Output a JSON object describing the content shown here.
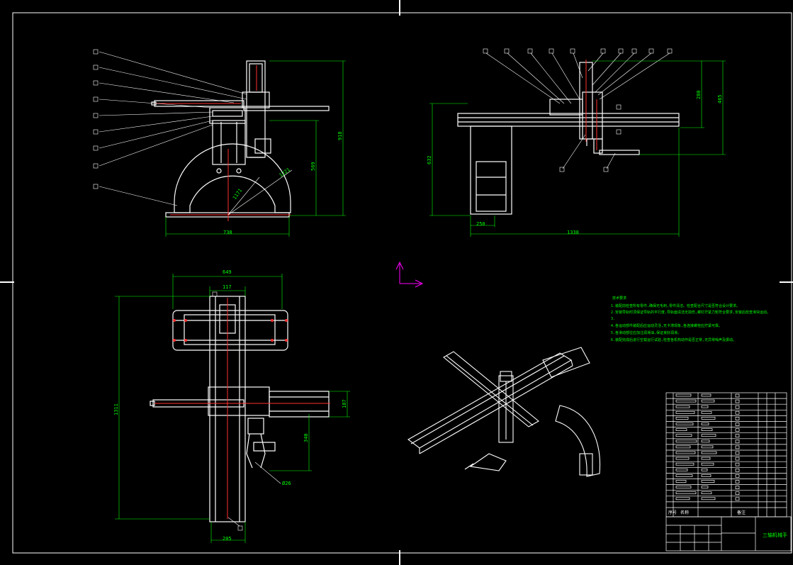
{
  "drawing": {
    "views": {
      "front": {
        "dimensions": {
          "width": "738",
          "height_total": "918",
          "height_inner": "569",
          "radius_a": "1221",
          "radius_b": "1171"
        }
      },
      "side": {
        "dimensions": {
          "height_top": "280",
          "height_total": "465",
          "height_left": "632",
          "offset": "250",
          "span": "1338"
        }
      },
      "plan": {
        "dimensions": {
          "overall_width": "649",
          "carriage_width": "117",
          "overall_length": "1311",
          "arm_reach": "340",
          "arm_height": "187",
          "gripper_dia": "Ø26",
          "base_width": "205"
        }
      }
    },
    "notes": {
      "title": "技术要求",
      "lines": [
        "1.装配前检查所有零件,确保无毛刺,零件清洁。检查配合尺寸是否符合设计要求。",
        "2.安装导轨时须保证导轨的平行度,导轨面清洁无损伤,螺钉拧紧力矩符合要求,安装后检查滑块运动。",
        "3.",
        "4.各运动部件装配后应运动灵活,无卡滞现象,各连接螺栓应拧紧可靠。",
        "5.各滑动部位应加注润滑油,保证良好润滑。",
        "6.装配完成后进行空载运行试验,检查各机构动作是否正常,无异常噪声及振动。"
      ]
    },
    "title_block": {
      "header": [
        "序号",
        "名称",
        "备注"
      ],
      "drawing_name": "三轴机械手"
    },
    "colors": {
      "background": "#000000",
      "geometry": "#ffffff",
      "dimension": "#00ff00",
      "centerline": "#ff0000",
      "ucs_icon": "#ff00ff"
    }
  }
}
